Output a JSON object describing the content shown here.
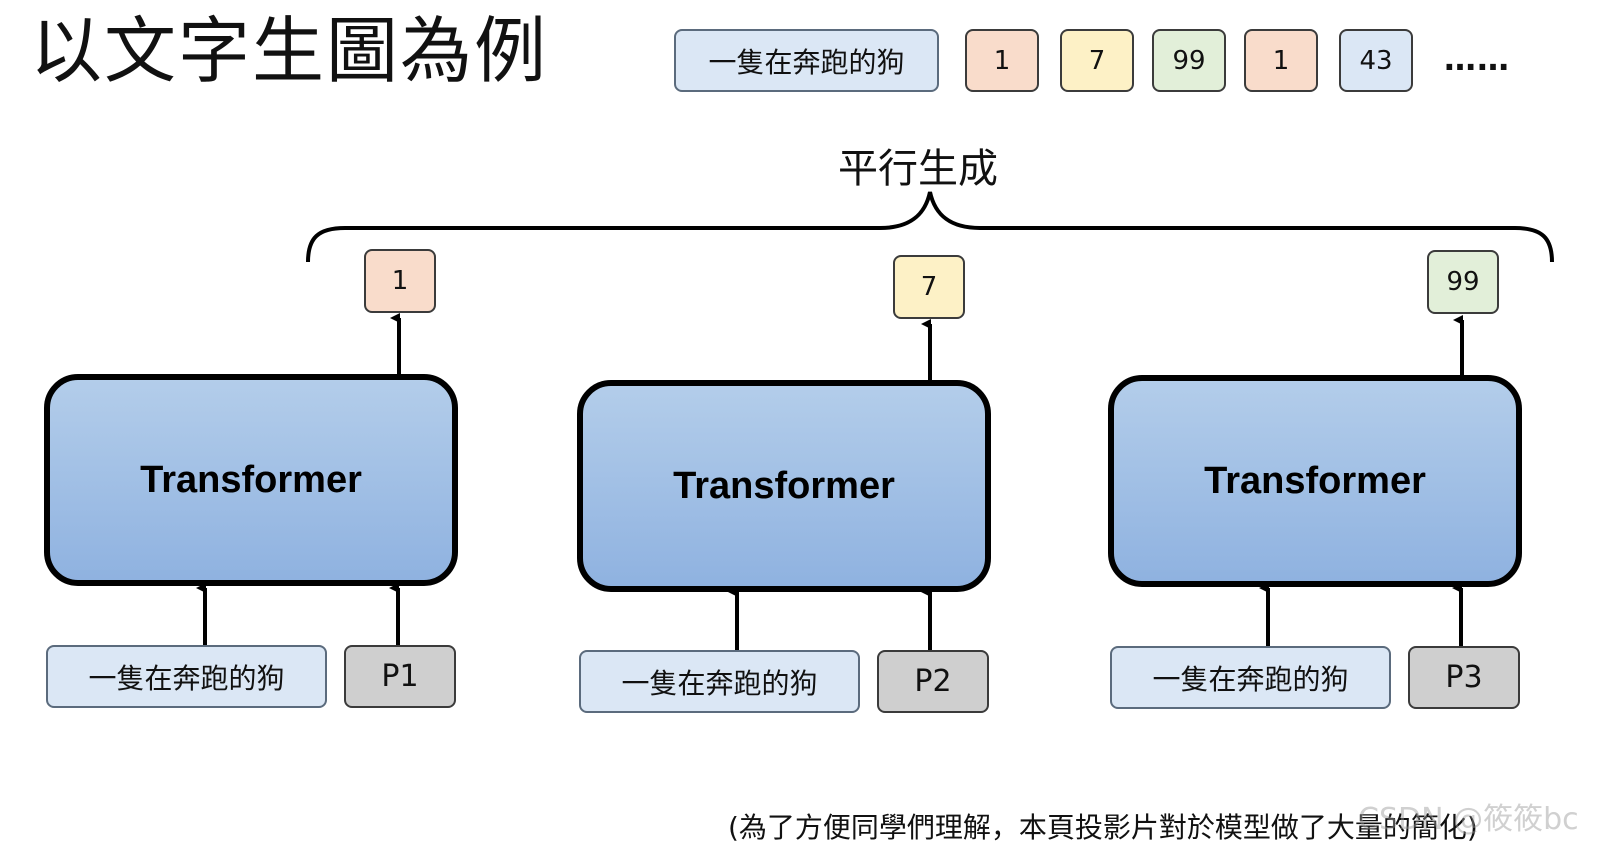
{
  "title": "以文字生圖為例",
  "sequence": {
    "prompt": "一隻在奔跑的狗",
    "tokens": [
      "1",
      "7",
      "99",
      "1",
      "43"
    ],
    "ellipsis": "……"
  },
  "brace_label": "平行生成",
  "columns": [
    {
      "output": "1",
      "model": "Transformer",
      "prompt": "一隻在奔跑的狗",
      "position": "P1"
    },
    {
      "output": "7",
      "model": "Transformer",
      "prompt": "一隻在奔跑的狗",
      "position": "P2"
    },
    {
      "output": "99",
      "model": "Transformer",
      "prompt": "一隻在奔跑的狗",
      "position": "P3"
    }
  ],
  "footnote": "(為了方便同學們理解，本頁投影片對於模型做了大量的簡化)",
  "watermark": "CSDN @筱筱bc",
  "colors": {
    "token_1": "#f9dccb",
    "token_7": "#fdf1c6",
    "token_99": "#e2efd9",
    "token_43": "#dbe7f5",
    "transformer_fill": "#9fbfe5",
    "position_fill": "#cfcfcf"
  }
}
